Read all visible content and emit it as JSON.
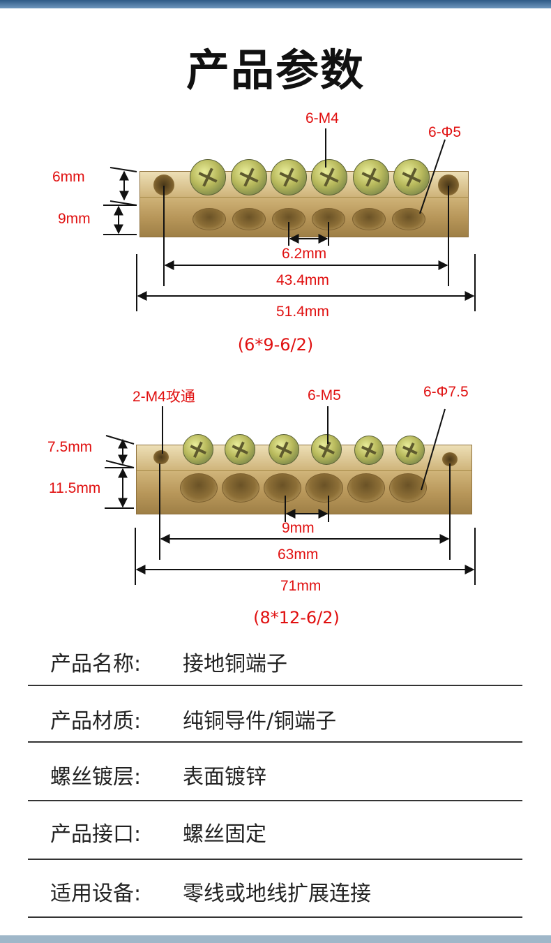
{
  "page_title": "产品参数",
  "diagram1": {
    "screw_label": "6-M4",
    "hole_label": "6-Φ5",
    "height_top": "6mm",
    "height_bottom": "9mm",
    "pitch": "6.2mm",
    "hole_span": "43.4mm",
    "total_length": "51.4mm",
    "spec": "(6*9-6/2)"
  },
  "diagram2": {
    "tap_label": "2-M4攻通",
    "screw_label": "6-M5",
    "hole_label": "6-Φ7.5",
    "height_top": "7.5mm",
    "height_bottom": "11.5mm",
    "pitch": "9mm",
    "hole_span": "63mm",
    "total_length": "71mm",
    "spec": "(8*12-6/2)"
  },
  "specs": [
    {
      "label": "产品名称:",
      "value": "接地铜端子"
    },
    {
      "label": "产品材质:",
      "value": "纯铜导件/铜端子"
    },
    {
      "label": "螺丝镀层:",
      "value": "表面镀锌"
    },
    {
      "label": "产品接口:",
      "value": "螺丝固定"
    },
    {
      "label": "适用设备:",
      "value": "零线或地线扩展连接"
    }
  ]
}
